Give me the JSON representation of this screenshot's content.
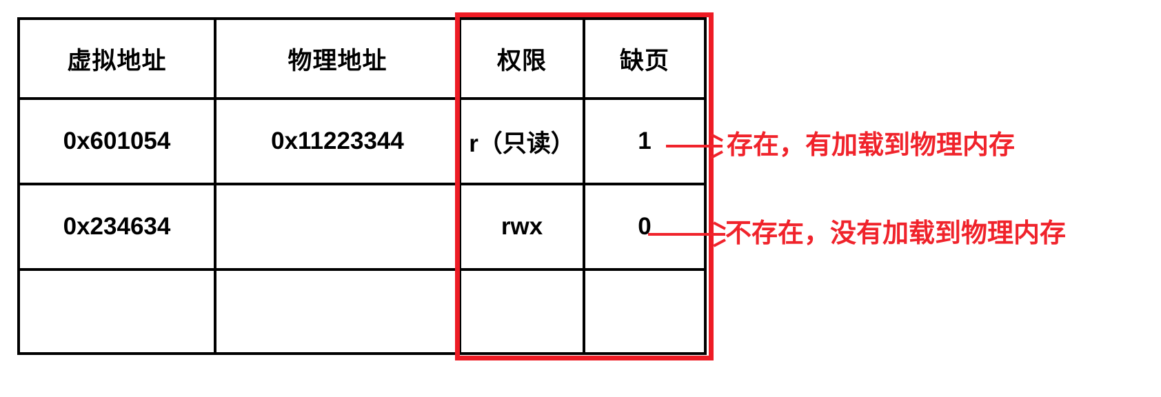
{
  "table": {
    "headers": [
      {
        "label": "虚拟地址",
        "name": "header-virtual-address"
      },
      {
        "label": "物理地址",
        "name": "header-physical-address"
      },
      {
        "label": "权限",
        "name": "header-permission"
      },
      {
        "label": "缺页",
        "name": "header-page-fault"
      }
    ],
    "rows": [
      {
        "virtual_address": "0x601054",
        "physical_address": "0x11223344",
        "permission": "r（只读）",
        "page_fault": "1"
      },
      {
        "virtual_address": "0x234634",
        "physical_address": "",
        "permission": "rwx",
        "page_fault": "0"
      },
      {
        "virtual_address": "",
        "physical_address": "",
        "permission": "",
        "page_fault": ""
      }
    ]
  },
  "annotations": [
    {
      "text": "存在，有加载到物理内存",
      "color": "#f0232b",
      "points_to_row": 1
    },
    {
      "text": "不存在，没有加载到物理内存",
      "color": "#f0232b",
      "points_to_row": 2
    }
  ],
  "highlight": {
    "name": "permission-and-fault-highlight",
    "color": "#ee1c25"
  }
}
